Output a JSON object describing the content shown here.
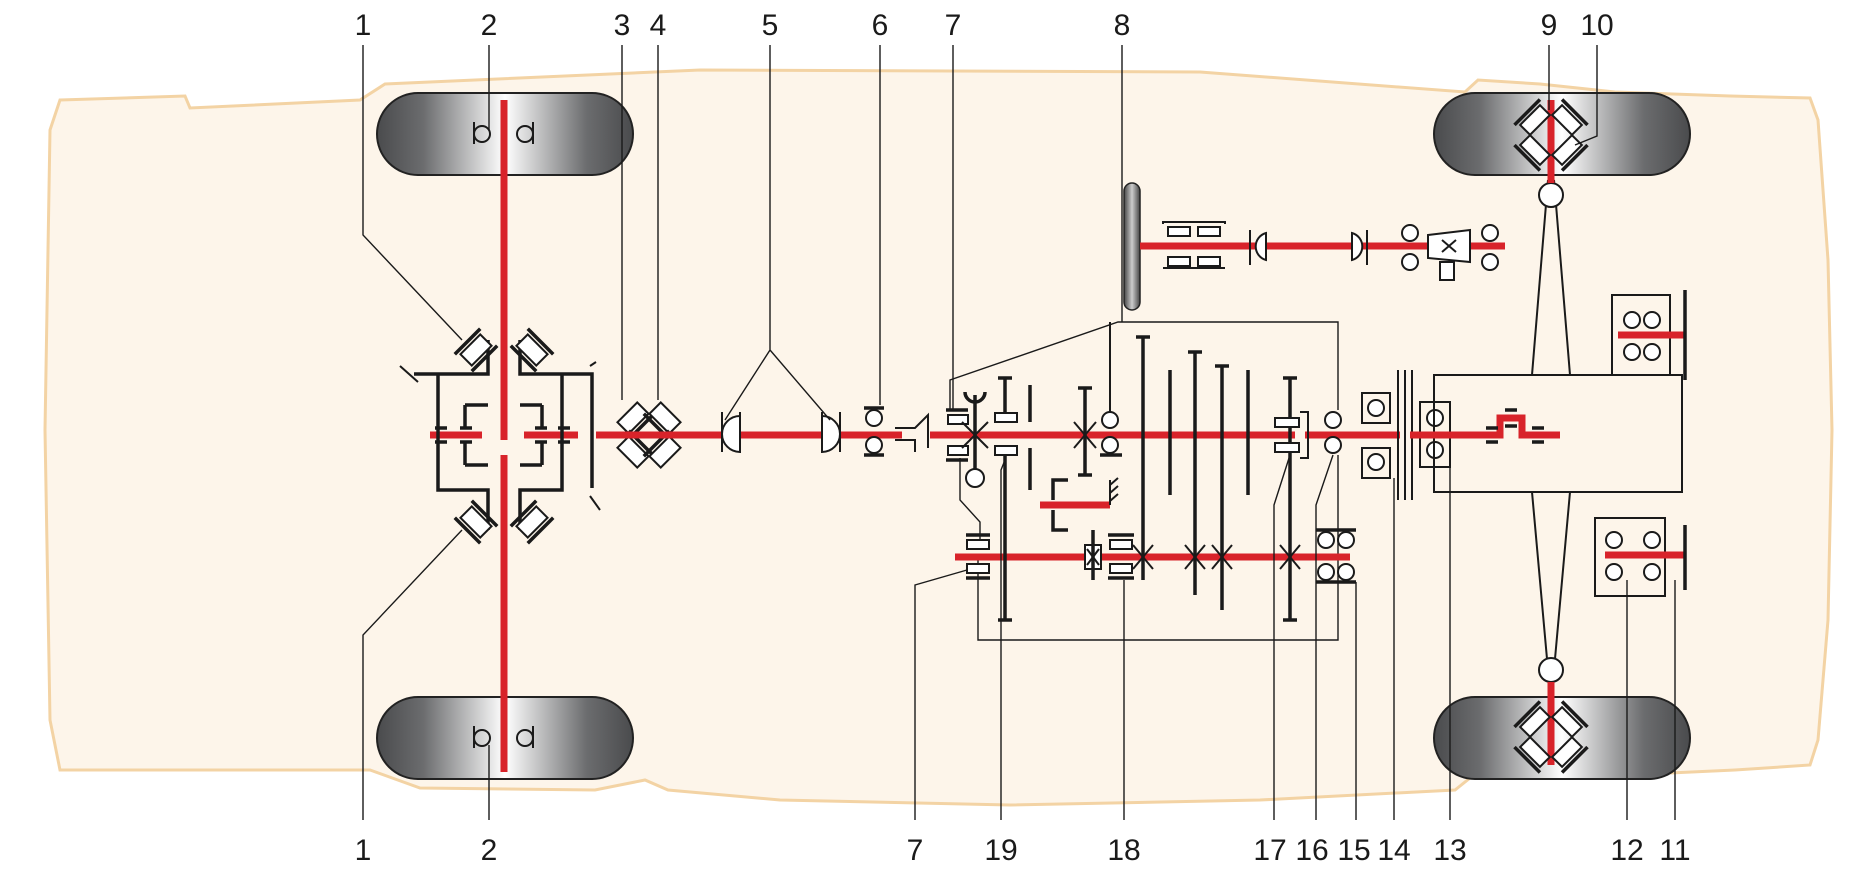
{
  "diagram": {
    "type": "vehicle-drivetrain-schematic",
    "colors": {
      "body_fill": "#fdf5ea",
      "body_outline": "#f3d3a4",
      "shaft_red": "#d8232a",
      "line_black": "#1a1a1a",
      "tire_dark": "#4a4a4a"
    },
    "labels_top": [
      "1",
      "2",
      "3",
      "4",
      "5",
      "6",
      "7",
      "8",
      "9",
      "10"
    ],
    "labels_bottom": [
      "1",
      "2",
      "7",
      "19",
      "18",
      "17",
      "16",
      "15",
      "14",
      "13",
      "12",
      "11"
    ]
  }
}
